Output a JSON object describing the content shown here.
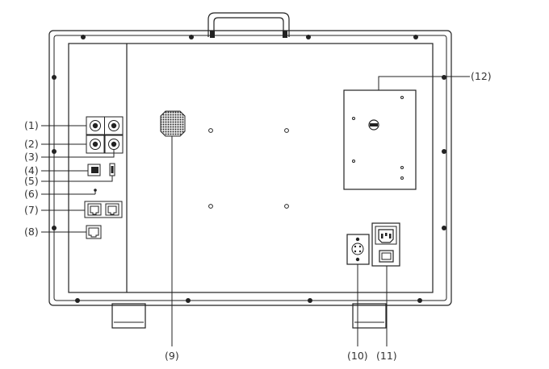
{
  "diagram": {
    "subject": "monitor rear panel",
    "callouts": [
      {
        "id": "1",
        "label": "(1)"
      },
      {
        "id": "2",
        "label": "(2)"
      },
      {
        "id": "3",
        "label": "(3)"
      },
      {
        "id": "4",
        "label": "(4)"
      },
      {
        "id": "5",
        "label": "(5)"
      },
      {
        "id": "6",
        "label": "(6)"
      },
      {
        "id": "7",
        "label": "(7)"
      },
      {
        "id": "8",
        "label": "(8)"
      },
      {
        "id": "9",
        "label": "(9)"
      },
      {
        "id": "10",
        "label": "(10)"
      },
      {
        "id": "11",
        "label": "(11)"
      },
      {
        "id": "12",
        "label": "(12)"
      }
    ]
  }
}
